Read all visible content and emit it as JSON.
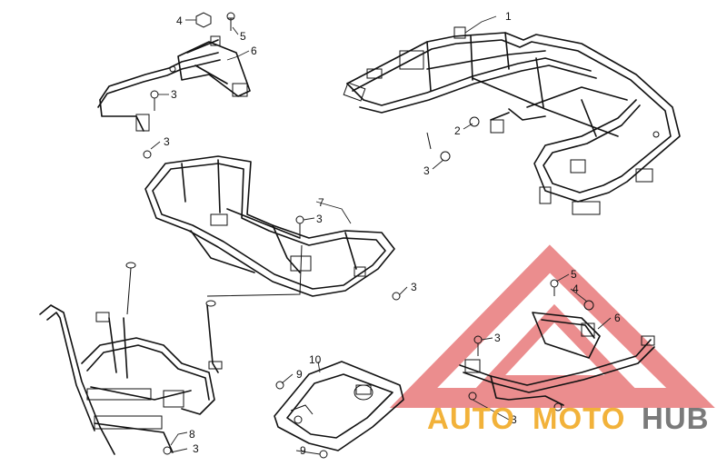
{
  "diagram": {
    "labels": {
      "rear_rack": "1",
      "bracket_clip": "2",
      "bolt": "3",
      "nut": "4",
      "screw": "5",
      "mount_bracket": "6",
      "front_rack": "7",
      "bumper": "8",
      "bolt_9": "9",
      "skid_plate": "10"
    }
  },
  "watermark": {
    "part1": "AUTO",
    "part2": "MOTO",
    "part3": "HUB",
    "colors": {
      "auto": "#f2b23a",
      "moto": "#f2b23a",
      "hub": "#7a7a7a",
      "triangle": "#e8797a"
    }
  }
}
